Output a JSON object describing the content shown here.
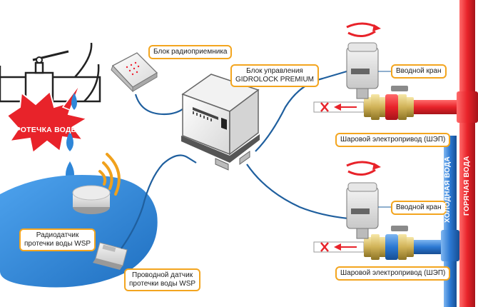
{
  "labels": {
    "radio_receiver": "Блок радиоприемника",
    "control_unit_line1": "Блок управления",
    "control_unit_line2": "GIDROLOCK PREMIUM",
    "inlet_valve_top": "Вводной кран",
    "ball_drive_top": "Шаровой электропривод (ШЭП)",
    "inlet_valve_bottom": "Вводной кран",
    "ball_drive_bottom": "Шаровой электропривод (ШЭП)",
    "radio_sensor_line1": "Радиодатчик",
    "radio_sensor_line2": "протечки воды WSP",
    "wired_sensor_line1": "Проводной датчик",
    "wired_sensor_line2": "протечки воды WSP",
    "leak": "ПРОТЕЧКА ВОДЫ",
    "cold_water": "ХОЛОДНАЯ ВОДА",
    "hot_water": "ГОРЯЧАЯ ВОДА"
  },
  "colors": {
    "hot_pipe": "#e8232a",
    "cold_pipe": "#2b78d2",
    "water_pool": "#2e86d8",
    "label_border": "#f3a51f",
    "cable": "#1f5f9e",
    "leak_burst": "#e8232a",
    "signal_waves": "#f0a11c"
  },
  "icons": {
    "radio_waves": "radio-signal-icon",
    "rotation_arrow": "rotation-arrow-icon",
    "flow_arrow": "flow-arrow-icon",
    "closed_mark": "x-mark-icon"
  }
}
